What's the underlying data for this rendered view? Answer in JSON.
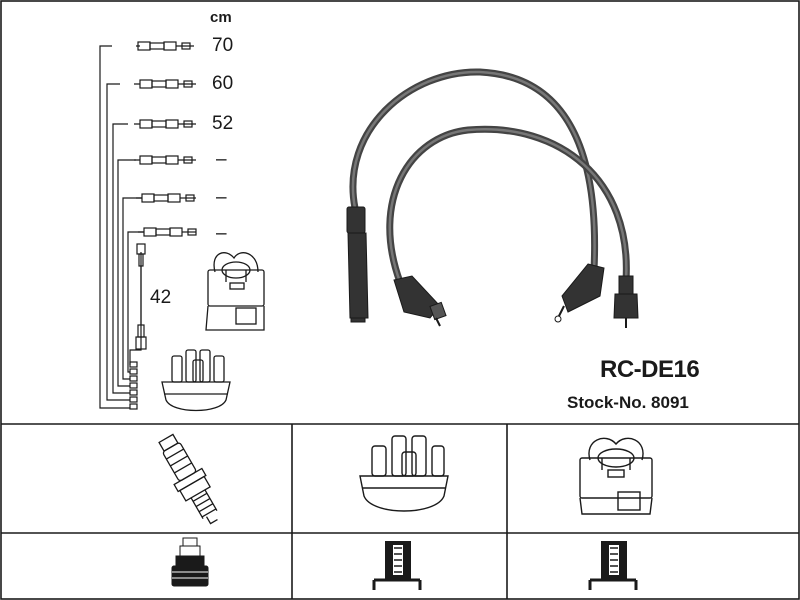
{
  "header": {
    "unit": "cm"
  },
  "lead_lengths": [
    "70",
    "60",
    "52",
    "–",
    "–",
    "–"
  ],
  "coil_lead_length": "42",
  "product": {
    "code": "RC-DE16",
    "stock": "Stock-No. 8091"
  },
  "icons": {
    "left_set": [
      "lead-schematic-icon",
      "ignition-coil-icon",
      "distributor-cap-icon"
    ],
    "main": [
      "ignition-lead-pair-icon"
    ],
    "components": [
      "spark-plug-icon",
      "distributor-cap-icon",
      "ignition-coil-icon"
    ],
    "terminals": [
      "plug-terminal-icon",
      "cap-terminal-icon",
      "coil-terminal-icon"
    ]
  },
  "colors": {
    "line": "#1a1a1a",
    "cable": "#555555",
    "boot": "#333333"
  }
}
